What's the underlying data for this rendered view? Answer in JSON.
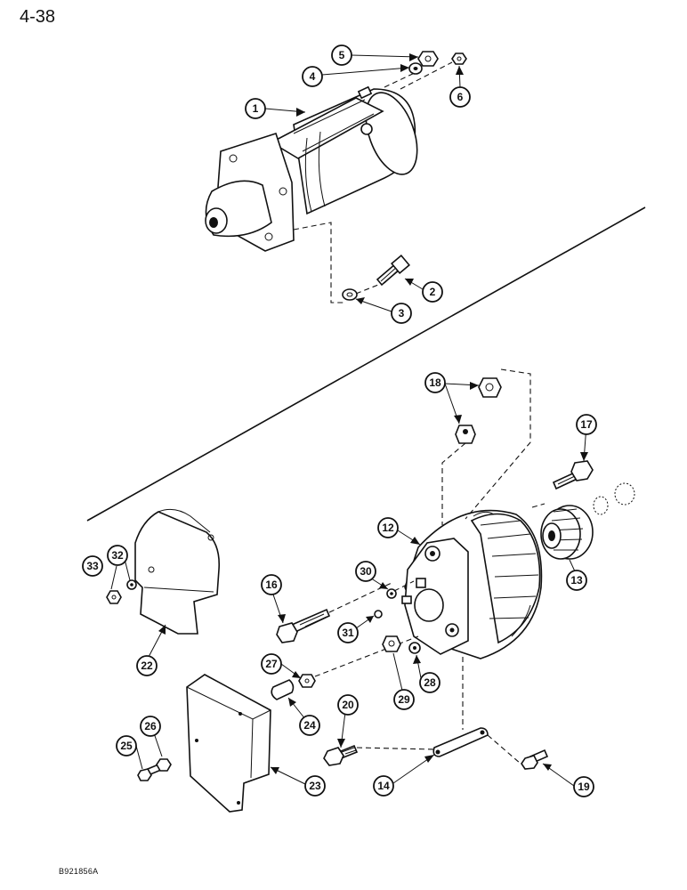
{
  "page_number": "4-38",
  "drawing_code": "B921856A",
  "callouts": [
    "1",
    "2",
    "3",
    "4",
    "5",
    "6",
    "12",
    "13",
    "14",
    "16",
    "17",
    "18",
    "19",
    "20",
    "22",
    "23",
    "24",
    "25",
    "26",
    "27",
    "28",
    "29",
    "30",
    "31",
    "32",
    "33"
  ]
}
